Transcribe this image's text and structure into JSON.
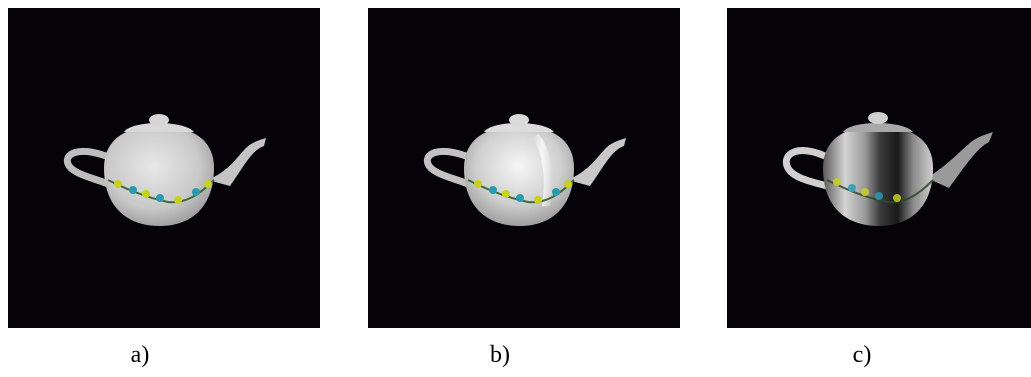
{
  "panels": [
    {
      "id": "a",
      "caption": "a)",
      "subject": "teapot",
      "shading": "matte",
      "background": "#050208"
    },
    {
      "id": "b",
      "caption": "b)",
      "subject": "teapot",
      "shading": "glossy",
      "background": "#050208"
    },
    {
      "id": "c",
      "caption": "c)",
      "subject": "teapot",
      "shading": "metallic",
      "background": "#050208"
    }
  ],
  "colors": {
    "background": "#050208",
    "pattern_green": "#c8d020",
    "pattern_blue": "#2a9ab0"
  }
}
